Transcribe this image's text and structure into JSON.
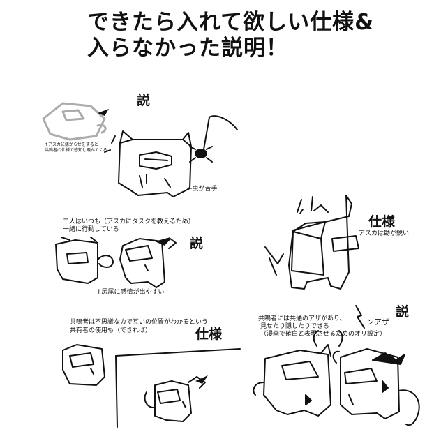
{
  "title": {
    "line1": "できたら入れて欲しい仕様&",
    "line2": "入らなかった説明！"
  },
  "sections": [
    {
      "heading": "説",
      "notes": [
        "↑アスカに嫌がらせをすると",
        "共鳴者の仕様で感知し飛んでくる",
        "←虫が苦手"
      ]
    },
    {
      "heading": "仕様",
      "notes": [
        "アスカは勘が鋭い"
      ]
    },
    {
      "heading": "説",
      "notes": [
        "二人はいつも（アスカにタスクを教えるため）",
        "一緒に行動している",
        "↑尻尾に感情が出やすい"
      ]
    },
    {
      "heading": "仕様",
      "notes": [
        "共鳴者は不思議なカで互いの位置がわかるという",
        "共有者の使用も（できれば）"
      ]
    },
    {
      "heading": "説",
      "notes": [
        "共鳴者には共通のアザがあり、",
        "見せたり隠したりできる",
        "（漫画で確白と表現させるためのオリ設定）",
        "ンアザ"
      ]
    }
  ]
}
